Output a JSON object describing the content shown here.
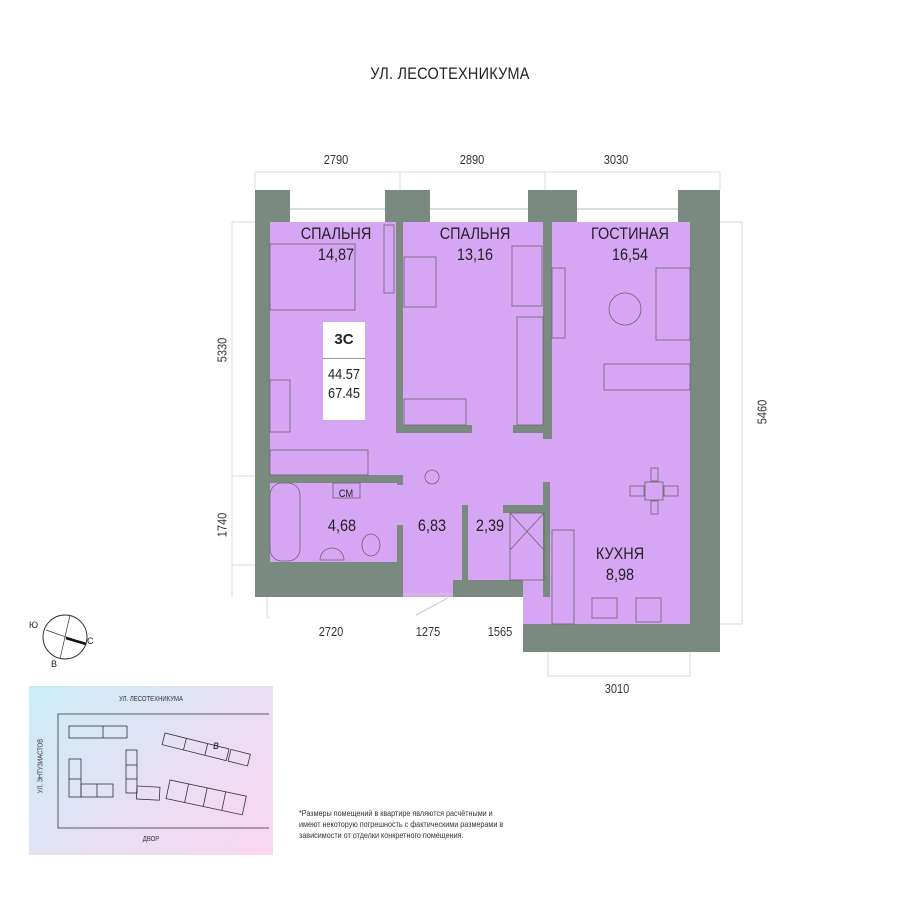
{
  "street_title": "УЛ. ЛЕСОТЕХНИКУМА",
  "dimensions": {
    "top": [
      "2790",
      "2890",
      "3030"
    ],
    "left": [
      "5330",
      "1740"
    ],
    "right": [
      "5460"
    ],
    "bottom": [
      "2720",
      "1275",
      "1565"
    ],
    "bottom_kitchen": "3010"
  },
  "rooms": {
    "bedroom1": {
      "name": "СПАЛЬНЯ",
      "area": "14,87"
    },
    "bedroom2": {
      "name": "СПАЛЬНЯ",
      "area": "13,16"
    },
    "living": {
      "name": "ГОСТИНАЯ",
      "area": "16,54"
    },
    "bathroom": {
      "tag": "СМ",
      "area": "4,68"
    },
    "hall": {
      "area": "6,83"
    },
    "storage": {
      "area": "2,39"
    },
    "kitchen": {
      "name": "КУХНЯ",
      "area": "8,98"
    }
  },
  "badge": {
    "type": "3С",
    "living_area": "44.57",
    "total_area": "67.45"
  },
  "compass": {
    "south": "Ю",
    "north": "С",
    "east": "В"
  },
  "minimap": {
    "top_street": "УЛ. ЛЕСОТЕХНИКУМА",
    "left_street": "УЛ. ЭНТУЗИАСТОВ",
    "bottom": "ДВОР",
    "section": "В"
  },
  "footnote": "*Размеры помещений в квартире являются расчётными и имеют некоторую погрешность с фактическими размерами в зависимости от отделки конкретного помещения.",
  "colors": {
    "room": "#d6a6f5",
    "wall": "#7a8a80",
    "dim_line": "#d8dcda"
  }
}
